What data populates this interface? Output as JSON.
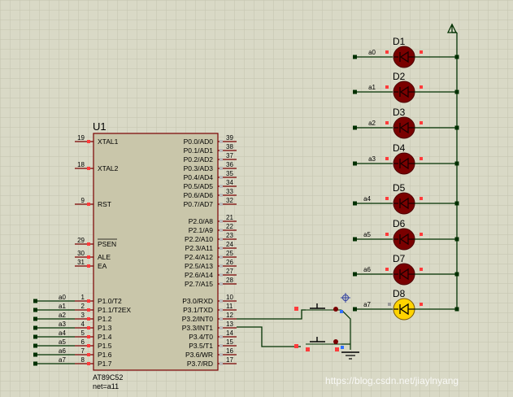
{
  "chip": {
    "ref": "U1",
    "part": "AT89C52",
    "net": "net=a11",
    "left_pins": [
      {
        "num": "19",
        "name": "XTAL1"
      },
      {
        "num": "18",
        "name": "XTAL2"
      },
      {
        "num": "9",
        "name": "RST"
      },
      {
        "num": "29",
        "name": "PSEN"
      },
      {
        "num": "30",
        "name": "ALE"
      },
      {
        "num": "31",
        "name": "EA"
      },
      {
        "num": "1",
        "name": "P1.0/T2"
      },
      {
        "num": "2",
        "name": "P1.1/T2EX"
      },
      {
        "num": "3",
        "name": "P1.2"
      },
      {
        "num": "4",
        "name": "P1.3"
      },
      {
        "num": "5",
        "name": "P1.4"
      },
      {
        "num": "6",
        "name": "P1.5"
      },
      {
        "num": "7",
        "name": "P1.6"
      },
      {
        "num": "8",
        "name": "P1.7"
      }
    ],
    "right_pins": [
      {
        "num": "39",
        "name": "P0.0/AD0"
      },
      {
        "num": "38",
        "name": "P0.1/AD1"
      },
      {
        "num": "37",
        "name": "P0.2/AD2"
      },
      {
        "num": "36",
        "name": "P0.3/AD3"
      },
      {
        "num": "35",
        "name": "P0.4/AD4"
      },
      {
        "num": "34",
        "name": "P0.5/AD5"
      },
      {
        "num": "33",
        "name": "P0.6/AD6"
      },
      {
        "num": "32",
        "name": "P0.7/AD7"
      },
      {
        "num": "21",
        "name": "P2.0/A8"
      },
      {
        "num": "22",
        "name": "P2.1/A9"
      },
      {
        "num": "23",
        "name": "P2.2/A10"
      },
      {
        "num": "24",
        "name": "P2.3/A11"
      },
      {
        "num": "25",
        "name": "P2.4/A12"
      },
      {
        "num": "26",
        "name": "P2.5/A13"
      },
      {
        "num": "27",
        "name": "P2.6/A14"
      },
      {
        "num": "28",
        "name": "P2.7/A15"
      },
      {
        "num": "10",
        "name": "P3.0/RXD"
      },
      {
        "num": "11",
        "name": "P3.1/TXD"
      },
      {
        "num": "12",
        "name": "P3.2/INT0"
      },
      {
        "num": "13",
        "name": "P3.3/INT1"
      },
      {
        "num": "14",
        "name": "P3.4/T0"
      },
      {
        "num": "15",
        "name": "P3.5/T1"
      },
      {
        "num": "16",
        "name": "P3.6/WR"
      },
      {
        "num": "17",
        "name": "P3.7/RD"
      }
    ]
  },
  "p1_nets": [
    "a0",
    "a1",
    "a2",
    "a3",
    "a4",
    "a5",
    "a6",
    "a7"
  ],
  "leds": [
    {
      "ref": "D1",
      "net": "a0",
      "lit": false
    },
    {
      "ref": "D2",
      "net": "a1",
      "lit": false
    },
    {
      "ref": "D3",
      "net": "a2",
      "lit": false
    },
    {
      "ref": "D4",
      "net": "a3",
      "lit": false
    },
    {
      "ref": "D5",
      "net": "a4",
      "lit": false
    },
    {
      "ref": "D6",
      "net": "a5",
      "lit": false
    },
    {
      "ref": "D7",
      "net": "a6",
      "lit": false
    },
    {
      "ref": "D8",
      "net": "a7",
      "lit": true
    }
  ],
  "watermark": "https://blog.csdn.net/jiaylnyang",
  "colors": {
    "background": "#d9d9c6",
    "grid": "#c8c8b4",
    "wire": "#003000",
    "chip_fill": "#c9c6aa",
    "chip_border": "#7a0000",
    "led_off": "#7a0000",
    "led_on": "#ffd400",
    "pin_marker": "#ff3b3b",
    "text": "#000000"
  }
}
